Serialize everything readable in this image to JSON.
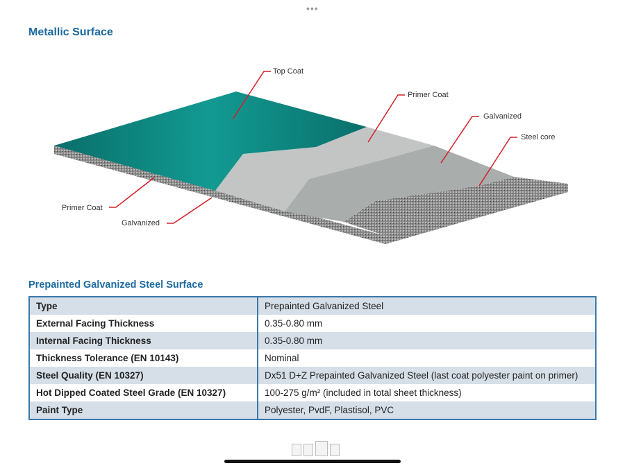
{
  "headings": {
    "metallic": "Metallic Surface",
    "prepainted": "Prepainted Galvanized Steel Surface"
  },
  "diagram_labels": {
    "top_coat": "Top Coat",
    "primer_coat_top": "Primer Coat",
    "galvanized_top": "Galvanized",
    "steel_core": "Steel core",
    "primer_coat_left": "Primer Coat",
    "galvanized_left": "Galvanized"
  },
  "table": [
    {
      "k": "Type",
      "v": "Prepainted Galvanized Steel"
    },
    {
      "k": "External Facing Thickness",
      "v": "0.35-0.80 mm"
    },
    {
      "k": "Internal Facing Thickness",
      "v": "0.35-0.80 mm"
    },
    {
      "k": "Thickness Tolerance (EN 10143)",
      "v": "Nominal"
    },
    {
      "k": "Steel Quality (EN 10327)",
      "v": "Dx51 D+Z Prepainted Galvanized Steel (last coat polyester paint on primer)"
    },
    {
      "k": "Hot Dipped Coated Steel Grade (EN 10327)",
      "v": "100-275 g/m² (included in total sheet thickness)"
    },
    {
      "k": "Paint Type",
      "v": "Polyester, PvdF, Plastisol, PVC"
    }
  ],
  "colors": {
    "accent": "#1d6aa0",
    "teal": "#0e8a84",
    "arrow": "#d0202a"
  }
}
